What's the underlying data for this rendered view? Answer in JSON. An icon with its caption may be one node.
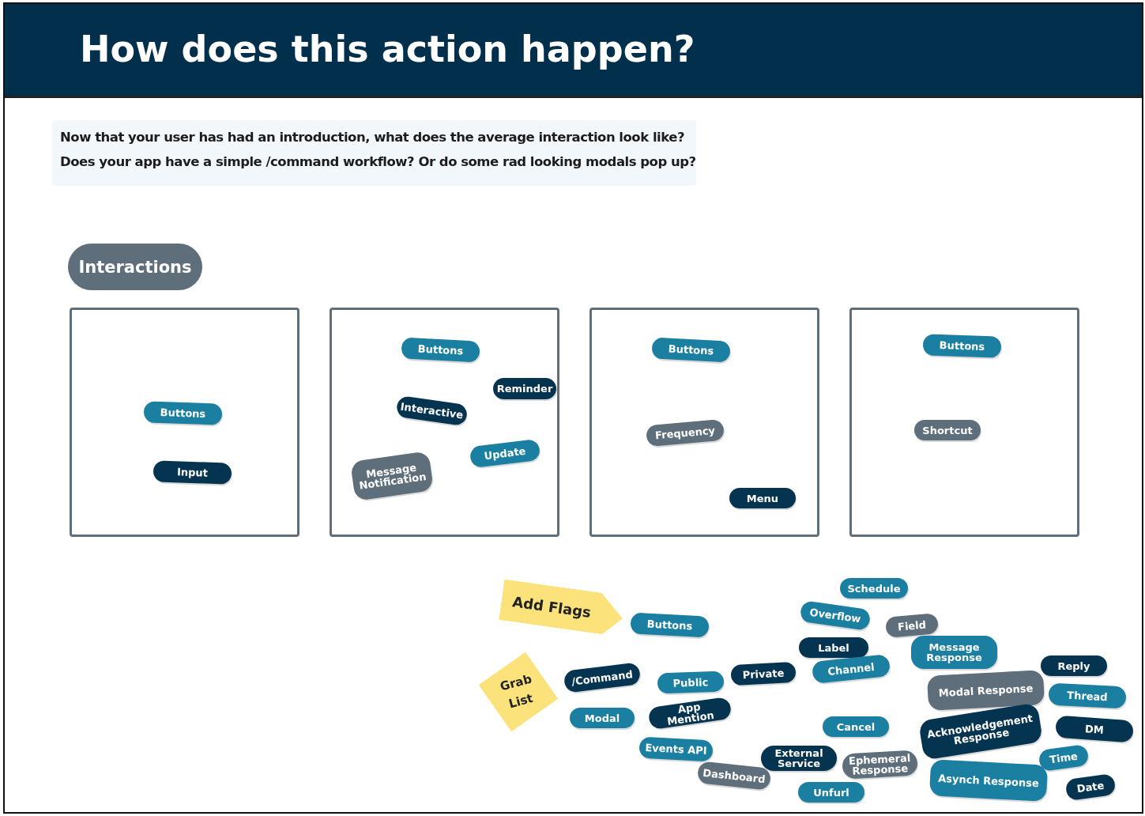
{
  "diagram": {
    "title": "How does this action happen?",
    "nodes": [
      {
        "text": [
          "Now that your user has had an introduction, what does the average interaction look like?",
          "Does your app have a simple /command workflow? Or do some rad looking modals pop up?"
        ]
      },
      {
        "text": [
          "Interactions"
        ]
      },
      {
        "text": [],
        "shape": "box"
      },
      {
        "text": [
          "Buttons"
        ],
        "in": 2
      },
      {
        "text": [
          "Input"
        ],
        "in": 2
      },
      {
        "text": [],
        "shape": "box"
      },
      {
        "text": [
          "Buttons"
        ],
        "in": 5
      },
      {
        "text": [
          "Reminder"
        ],
        "in": 5
      },
      {
        "text": [
          "Interactive"
        ],
        "in": 5
      },
      {
        "text": [
          "Update"
        ],
        "in": 5
      },
      {
        "text": [
          "Message Notification"
        ],
        "in": 5
      },
      {
        "text": [],
        "shape": "box"
      },
      {
        "text": [
          "Buttons"
        ],
        "in": 11
      },
      {
        "text": [
          "Frequency"
        ],
        "in": 11
      },
      {
        "text": [
          "Menu"
        ],
        "in": 11
      },
      {
        "text": [],
        "shape": "box"
      },
      {
        "text": [
          "Buttons"
        ],
        "in": 15
      },
      {
        "text": [
          "Shortcut"
        ],
        "in": 15
      },
      {
        "text": [
          "Add Flags"
        ]
      },
      {
        "text": [
          "Buttons"
        ]
      },
      {
        "text": [
          "Grab List"
        ]
      },
      {
        "text": [
          "Schedule"
        ]
      },
      {
        "text": [
          "Overflow"
        ]
      },
      {
        "text": [
          "Field"
        ]
      },
      {
        "text": [
          "Label"
        ]
      },
      {
        "text": [
          "Message Response"
        ]
      },
      {
        "text": [
          "Private"
        ]
      },
      {
        "text": [
          "Channel"
        ]
      },
      {
        "text": [
          "Reply"
        ]
      },
      {
        "text": [
          "/Command"
        ]
      },
      {
        "text": [
          "Public"
        ]
      },
      {
        "text": [
          "Modal Response"
        ]
      },
      {
        "text": [
          "Thread"
        ]
      },
      {
        "text": [
          "Modal"
        ]
      },
      {
        "text": [
          "App Mention"
        ]
      },
      {
        "text": [
          "Cancel"
        ]
      },
      {
        "text": [
          "Acknowledgement Response"
        ]
      },
      {
        "text": [
          "DM"
        ]
      },
      {
        "text": [
          "Events API"
        ]
      },
      {
        "text": [
          "External Service"
        ]
      },
      {
        "text": [
          "Ephemeral Response"
        ]
      },
      {
        "text": [
          "Time"
        ]
      },
      {
        "text": [
          "Dashboard"
        ]
      },
      {
        "text": [
          "Asynch Response"
        ]
      },
      {
        "text": [
          "Date"
        ]
      },
      {
        "text": [
          "Unfurl"
        ]
      }
    ]
  }
}
